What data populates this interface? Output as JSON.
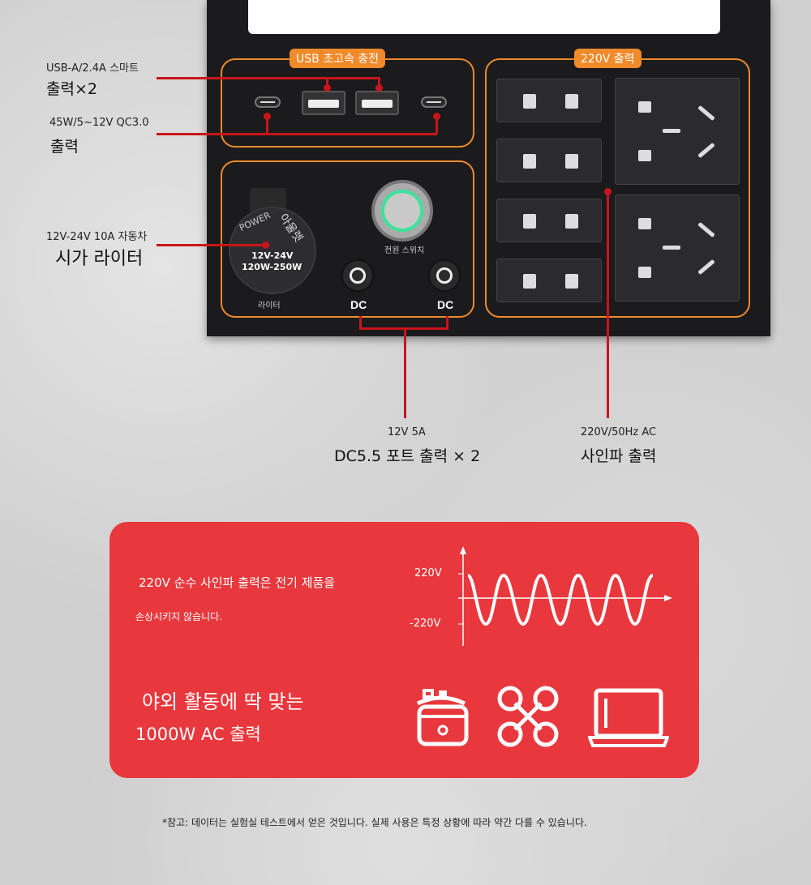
{
  "device": {
    "usb_tag": "USB 초고속 충전",
    "ac_tag": "220V 출력",
    "switch_label": "전원 스위치",
    "lighter_cap_power": "POWER",
    "lighter_cap_brand": "아울렛",
    "lighter_cap_spec1": "12V-24V",
    "lighter_cap_spec2": "120W-250W",
    "lighter_label": "라이터",
    "dc_labels": [
      "DC",
      "DC"
    ]
  },
  "callouts": {
    "usba_small": "USB-A/2.4A 스마트",
    "usba_large": "출력×2",
    "usbc_small": "45W/5~12V QC3.0",
    "usbc_large": "출력",
    "lighter_small": "12V-24V 10A 자동차",
    "lighter_large": "시가 라이터",
    "dc_small": "12V 5A",
    "dc_large": "DC5.5 포트 출력 × 2",
    "ac_small": "220V/50Hz AC",
    "ac_large": "사인파 출력"
  },
  "card": {
    "line1": "220V 순수 사인파 출력은 전기 제품을",
    "line2": "손상시키지 않습니다.",
    "axis_top": "220V",
    "axis_bottom": "-220V",
    "headline1": "야외 활동에 딱 맞는",
    "headline2": "1000W AC 출력",
    "icons": [
      "rice-cooker-icon",
      "drone-icon",
      "laptop-icon"
    ],
    "color": "#e8383d"
  },
  "footnote": "*참고: 데이터는 실험실 테스트에서 얻은 것입니다. 실제 사용은 특정 상황에 따라 약간 다를 수 있습니다."
}
